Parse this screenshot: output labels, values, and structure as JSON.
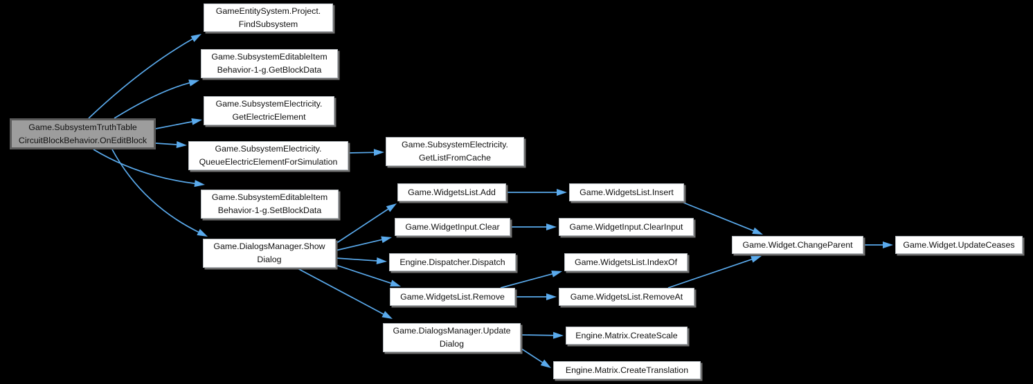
{
  "diagram": {
    "type": "call-graph",
    "colors": {
      "background": "#000000",
      "edge": "#5aaaec",
      "node_fill": "#ffffff",
      "node_border": "#b6bcc1",
      "node_shadow": "#6f6f6f",
      "root_node_fill": "#9d9d9d",
      "root_node_border": "#5c5c5c",
      "text": "#101010"
    },
    "nodes": [
      {
        "id": "on-edit-block",
        "root": true,
        "lines": [
          "Game.SubsystemTruthTable",
          "CircuitBlockBehavior.OnEditBlock"
        ]
      },
      {
        "id": "find-subsystem",
        "lines": [
          "GameEntitySystem.Project.",
          "FindSubsystem"
        ]
      },
      {
        "id": "get-block-data",
        "lines": [
          "Game.SubsystemEditableItem",
          "Behavior-1-g.GetBlockData"
        ]
      },
      {
        "id": "get-electric-element",
        "lines": [
          "Game.SubsystemElectricity.",
          "GetElectricElement"
        ]
      },
      {
        "id": "queue-electric-element-for-simulation",
        "lines": [
          "Game.SubsystemElectricity.",
          "QueueElectricElementForSimulation"
        ]
      },
      {
        "id": "set-block-data",
        "lines": [
          "Game.SubsystemEditableItem",
          "Behavior-1-g.SetBlockData"
        ]
      },
      {
        "id": "show-dialog",
        "lines": [
          "Game.DialogsManager.Show",
          "Dialog"
        ]
      },
      {
        "id": "get-list-from-cache",
        "lines": [
          "Game.SubsystemElectricity.",
          "GetListFromCache"
        ]
      },
      {
        "id": "widgets-list-add",
        "lines": [
          "Game.WidgetsList.Add"
        ]
      },
      {
        "id": "widget-input-clear",
        "lines": [
          "Game.WidgetInput.Clear"
        ]
      },
      {
        "id": "dispatcher-dispatch",
        "lines": [
          "Engine.Dispatcher.Dispatch"
        ]
      },
      {
        "id": "widgets-list-remove",
        "lines": [
          "Game.WidgetsList.Remove"
        ]
      },
      {
        "id": "update-dialog",
        "lines": [
          "Game.DialogsManager.Update",
          "Dialog"
        ]
      },
      {
        "id": "widgets-list-insert",
        "lines": [
          "Game.WidgetsList.Insert"
        ]
      },
      {
        "id": "widget-input-clear-input",
        "lines": [
          "Game.WidgetInput.ClearInput"
        ]
      },
      {
        "id": "widgets-list-index-of",
        "lines": [
          "Game.WidgetsList.IndexOf"
        ]
      },
      {
        "id": "widgets-list-remove-at",
        "lines": [
          "Game.WidgetsList.RemoveAt"
        ]
      },
      {
        "id": "matrix-create-scale",
        "lines": [
          "Engine.Matrix.CreateScale"
        ]
      },
      {
        "id": "matrix-create-translation",
        "lines": [
          "Engine.Matrix.CreateTranslation"
        ]
      },
      {
        "id": "widget-change-parent",
        "lines": [
          "Game.Widget.ChangeParent"
        ]
      },
      {
        "id": "widget-update-ceases",
        "lines": [
          "Game.Widget.UpdateCeases"
        ]
      }
    ],
    "edges": [
      {
        "from": "on-edit-block",
        "to": "find-subsystem"
      },
      {
        "from": "on-edit-block",
        "to": "get-block-data"
      },
      {
        "from": "on-edit-block",
        "to": "get-electric-element"
      },
      {
        "from": "on-edit-block",
        "to": "queue-electric-element-for-simulation"
      },
      {
        "from": "on-edit-block",
        "to": "set-block-data"
      },
      {
        "from": "on-edit-block",
        "to": "show-dialog"
      },
      {
        "from": "queue-electric-element-for-simulation",
        "to": "get-list-from-cache"
      },
      {
        "from": "show-dialog",
        "to": "widgets-list-add"
      },
      {
        "from": "show-dialog",
        "to": "widget-input-clear"
      },
      {
        "from": "show-dialog",
        "to": "dispatcher-dispatch"
      },
      {
        "from": "show-dialog",
        "to": "widgets-list-remove"
      },
      {
        "from": "show-dialog",
        "to": "update-dialog"
      },
      {
        "from": "widgets-list-add",
        "to": "widgets-list-insert"
      },
      {
        "from": "widget-input-clear",
        "to": "widget-input-clear-input"
      },
      {
        "from": "widgets-list-remove",
        "to": "widgets-list-index-of"
      },
      {
        "from": "widgets-list-remove",
        "to": "widgets-list-remove-at"
      },
      {
        "from": "widgets-list-insert",
        "to": "widget-change-parent"
      },
      {
        "from": "widgets-list-remove-at",
        "to": "widget-change-parent"
      },
      {
        "from": "widget-change-parent",
        "to": "widget-update-ceases"
      },
      {
        "from": "update-dialog",
        "to": "matrix-create-scale"
      },
      {
        "from": "update-dialog",
        "to": "matrix-create-translation"
      }
    ]
  }
}
